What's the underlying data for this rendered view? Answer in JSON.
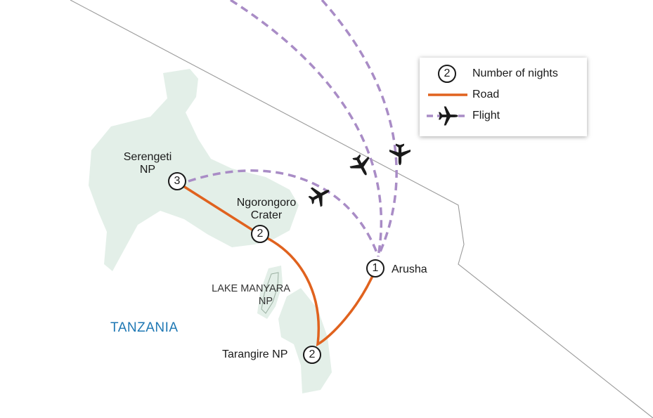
{
  "country_label": "TANZANIA",
  "lake_label": {
    "line1": "LAKE MANYARA",
    "line2": "NP"
  },
  "locations": [
    {
      "id": "serengeti",
      "line1": "Serengeti",
      "line2": "NP",
      "nights": "3"
    },
    {
      "id": "ngorongoro",
      "line1": "Ngorongoro",
      "line2": "Crater",
      "nights": "2"
    },
    {
      "id": "tarangire",
      "line1": "Tarangire NP",
      "nights": "2"
    },
    {
      "id": "arusha",
      "line1": "Arusha",
      "nights": "1"
    }
  ],
  "legend": {
    "nights_sample": "2",
    "nights_label": "Number of nights",
    "road_label": "Road",
    "flight_label": "Flight"
  },
  "colors": {
    "road": "#e0621e",
    "flight": "#a98cc6",
    "park": "#e3efe8",
    "border": "#9a9a9a",
    "country_text": "#1f78b4"
  },
  "icons": {
    "plane": "plane-icon"
  }
}
